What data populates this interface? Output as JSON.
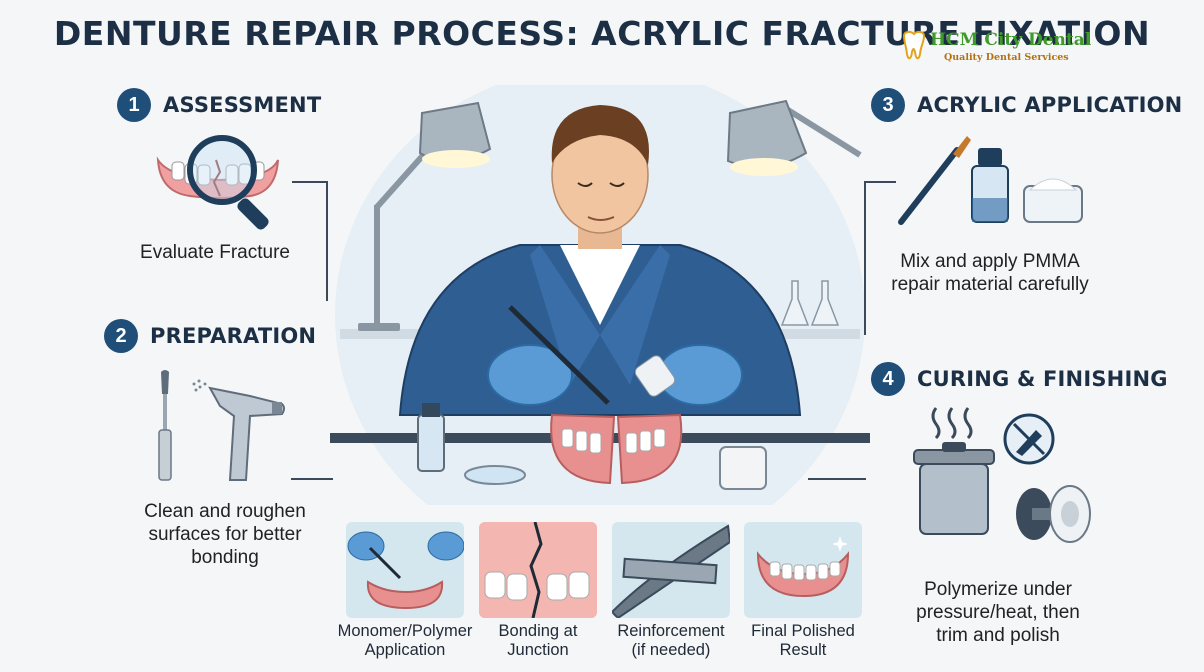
{
  "title": "DENTURE REPAIR PROCESS: ACRYLIC FRACTURE FIXATION",
  "brand": {
    "name": "HCM City Dental",
    "tagline": "Quality Dental Services",
    "logo_icon": "tooth-logo-icon"
  },
  "steps": [
    {
      "number": "1",
      "title": "ASSESSMENT",
      "description_lines": [
        "Evaluate Fracture"
      ],
      "icons": [
        "fractured-denture-icon",
        "magnifying-glass-icon"
      ]
    },
    {
      "number": "2",
      "title": "PREPARATION",
      "description_lines": [
        "Clean and roughen",
        "surfaces for better",
        "bonding"
      ],
      "icons": [
        "bur-tool-icon",
        "air-abrasion-handpiece-icon"
      ]
    },
    {
      "number": "3",
      "title": "ACRYLIC APPLICATION",
      "description_lines": [
        "Mix and apply PMMA",
        "repair material carefully"
      ],
      "icons": [
        "brush-icon",
        "monomer-bottle-icon",
        "polymer-powder-jar-icon"
      ]
    },
    {
      "number": "4",
      "title": "CURING & FINISHING",
      "description_lines": [
        "Polymerize under",
        "pressure/heat, then",
        "trim and polish"
      ],
      "icons": [
        "pressure-pot-icon",
        "polishing-tool-icon",
        "polishing-wheel-icon"
      ]
    }
  ],
  "detail_panels": [
    {
      "caption_lines": [
        "Monomer/Polymer",
        "Application"
      ],
      "icon": "gloved-hands-applying-icon"
    },
    {
      "caption_lines": [
        "Bonding at",
        "Junction"
      ],
      "icon": "fracture-junction-icon"
    },
    {
      "caption_lines": [
        "Reinforcement",
        "(if needed)"
      ],
      "icon": "reinforcement-mesh-icon"
    },
    {
      "caption_lines": [
        "Final Polished",
        "Result"
      ],
      "icon": "polished-denture-icon"
    }
  ],
  "colors": {
    "title": "#1c2f45",
    "step_badge": "#1f4e79",
    "brand_name": "#3f9a2a",
    "brand_tagline": "#b5710f",
    "panel_bg": "#dbe8ef",
    "gum_pink": "#e88f8f",
    "lab_coat": "#2f5e93",
    "glove": "#5b9bd5"
  }
}
